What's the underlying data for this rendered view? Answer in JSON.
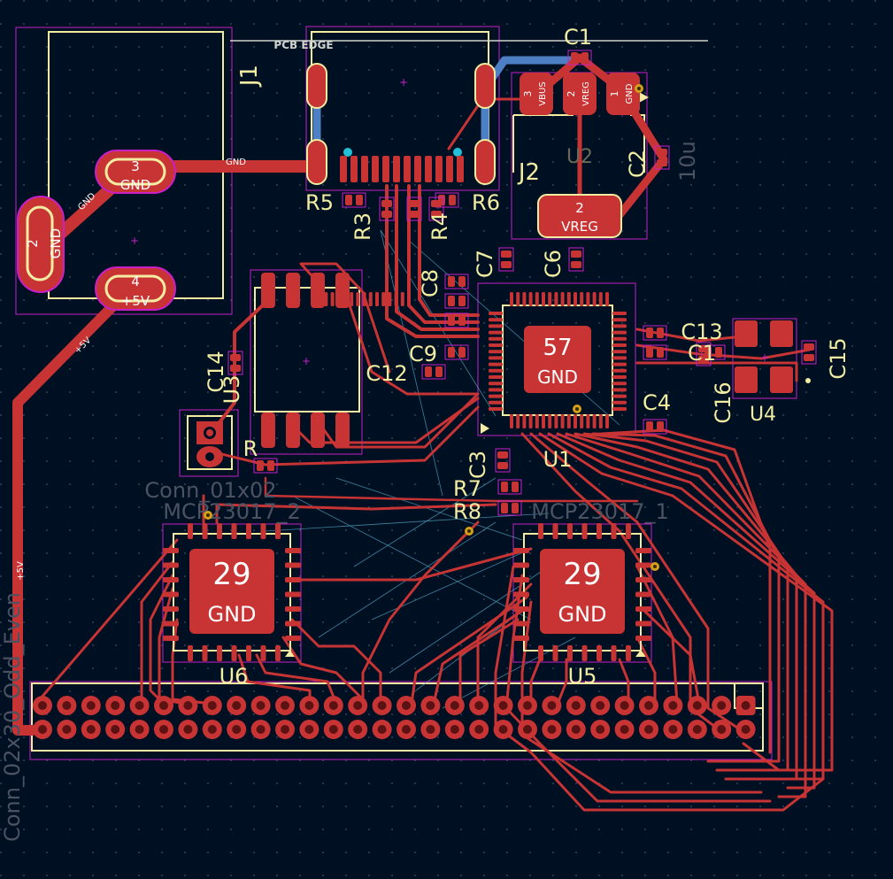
{
  "colors": {
    "background": "#001023",
    "grid": "#32415a",
    "copper": "#c83434",
    "copper_dark": "#8e1f1f",
    "silkscreen": "#f2eda1",
    "courtyard": "#c81fc8",
    "edge": "#d0d2cd",
    "ratsnest": "#5ab4d2",
    "pad_text": "#ffffff",
    "via": "#d4a017",
    "back_copper": "#4d7fc4"
  },
  "board": {
    "edge_label": "PCB EDGE"
  },
  "components": {
    "J1": {
      "ref": "J1",
      "pad2": "2",
      "pad2_net": "GND",
      "pad3": "3",
      "pad3_net": "GND",
      "pad4": "4",
      "pad4_net": "+5V"
    },
    "J2": {
      "ref": "J2"
    },
    "U2": {
      "ref": "U2",
      "pad1": "1",
      "pad1_net": "GND",
      "pad2": "2",
      "pad2_net": "VREG",
      "pad3": "3",
      "pad3_net": "VBUS",
      "tab": "2",
      "tab_net": "VREG"
    },
    "U1": {
      "ref": "U1",
      "pad": "57",
      "pad_net": "GND"
    },
    "U3": {
      "ref": "U3"
    },
    "U4": {
      "ref": "U4"
    },
    "U5": {
      "ref": "U5",
      "pad": "29",
      "pad_net": "GND",
      "value": "MCP23017_1"
    },
    "U6": {
      "ref": "U6",
      "pad": "29",
      "pad_net": "GND",
      "value": "MCP23017_2"
    },
    "J3": {
      "value": "Conn_01x02",
      "ref": "R"
    },
    "J4": {
      "value": "Conn_02x30_Odd_Even"
    }
  },
  "refs": {
    "C1": "C1",
    "C2": "C2",
    "C2_value": "10u",
    "C3": "C3",
    "C4": "C4",
    "C6": "C6",
    "C7": "C7",
    "C8": "C8",
    "C9": "C9",
    "C12": "C12",
    "C13": "C13",
    "C14": "C14",
    "C15": "C15",
    "C16": "C16",
    "C1x": "C1",
    "R3": "R3",
    "R4": "R4",
    "R5": "R5",
    "R6": "R6",
    "R7": "R7",
    "R8": "R8"
  },
  "nets": {
    "gnd": "GND",
    "plus5v": "+5V"
  }
}
